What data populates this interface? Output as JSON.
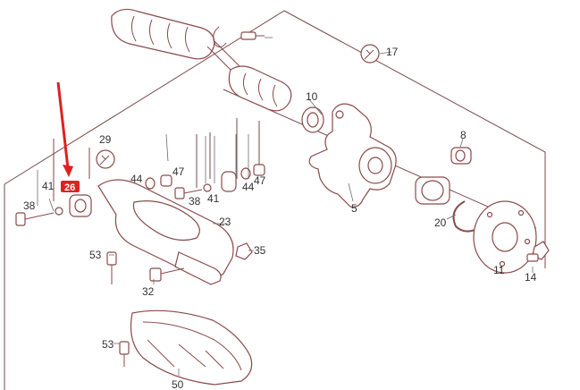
{
  "diagram": {
    "callouts": [
      {
        "id": "c17",
        "text": "17"
      },
      {
        "id": "c10",
        "text": "10"
      },
      {
        "id": "c8",
        "text": "8"
      },
      {
        "id": "c29",
        "text": "29"
      },
      {
        "id": "c44a",
        "text": "44"
      },
      {
        "id": "c47a",
        "text": "47"
      },
      {
        "id": "c38a",
        "text": "38"
      },
      {
        "id": "c41a",
        "text": "41"
      },
      {
        "id": "c44b",
        "text": "44"
      },
      {
        "id": "c47b",
        "text": "47"
      },
      {
        "id": "c38b",
        "text": "38"
      },
      {
        "id": "c41b",
        "text": "41"
      },
      {
        "id": "c23",
        "text": "23"
      },
      {
        "id": "c5",
        "text": "5"
      },
      {
        "id": "c20",
        "text": "20"
      },
      {
        "id": "c35",
        "text": "35"
      },
      {
        "id": "c53a",
        "text": "53"
      },
      {
        "id": "c32",
        "text": "32"
      },
      {
        "id": "c11",
        "text": "11"
      },
      {
        "id": "c14",
        "text": "14"
      },
      {
        "id": "c53b",
        "text": "53"
      },
      {
        "id": "c50",
        "text": "50"
      }
    ],
    "highlight": {
      "text": "26"
    },
    "colors": {
      "arrow": "#e02020",
      "linework": "#8a4a4a",
      "labels": "#333333"
    }
  }
}
